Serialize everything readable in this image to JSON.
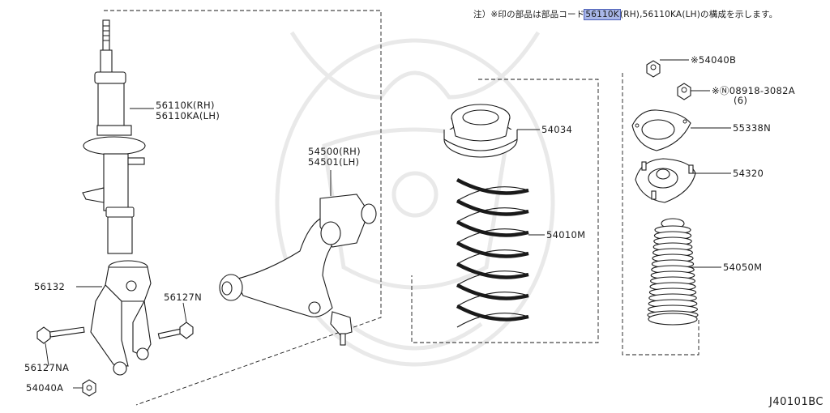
{
  "note": {
    "prefix": "注）※印の部品は部品コード",
    "highlight": "56110K",
    "suffix": "(RH),56110KA(LH)の構成を示します。"
  },
  "labels": {
    "strut_rh": "56110K(RH)",
    "strut_lh": "56110KA(LH)",
    "arm_rh": "54500(RH)",
    "arm_lh": "54501(LH)",
    "fork": "56132",
    "bolt_b": "56127N",
    "bolt_a": "56127NA",
    "nut_a": "54040A",
    "spring_seat": "54034",
    "spring": "54010M",
    "nut_b": "※54040B",
    "nut_c": "※Ⓝ08918-3082A",
    "nut_c_qty": "(6)",
    "plate": "55338N",
    "mount": "54320",
    "bound_bumper": "54050M"
  },
  "diagram_code": "J40101BC",
  "colors": {
    "highlight": "#a9b7e8",
    "line": "#1a1a1a",
    "watermark": "#e9e9e9"
  }
}
